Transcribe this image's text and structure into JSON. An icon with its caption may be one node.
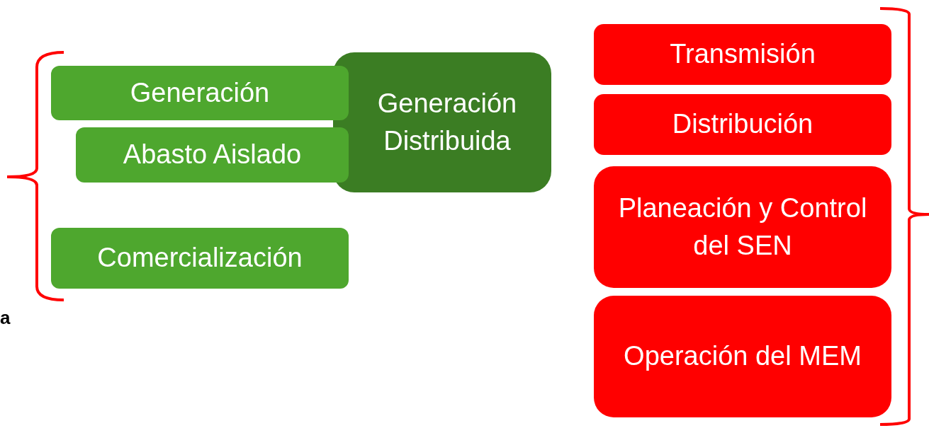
{
  "diagram": {
    "nodes": [
      {
        "text": [
          "Generación"
        ]
      },
      {
        "text": [
          "Abasto Aislado"
        ]
      },
      {
        "text": [
          "Generación Distribuida"
        ]
      },
      {
        "text": [
          "Comercialización"
        ]
      },
      {
        "text": [
          "Transmisión"
        ]
      },
      {
        "text": [
          "Distribución"
        ]
      },
      {
        "text": [
          "Planeación y Control del SEN"
        ]
      },
      {
        "text": [
          "Operación del MEM"
        ]
      }
    ],
    "labels": [
      "a"
    ]
  }
}
